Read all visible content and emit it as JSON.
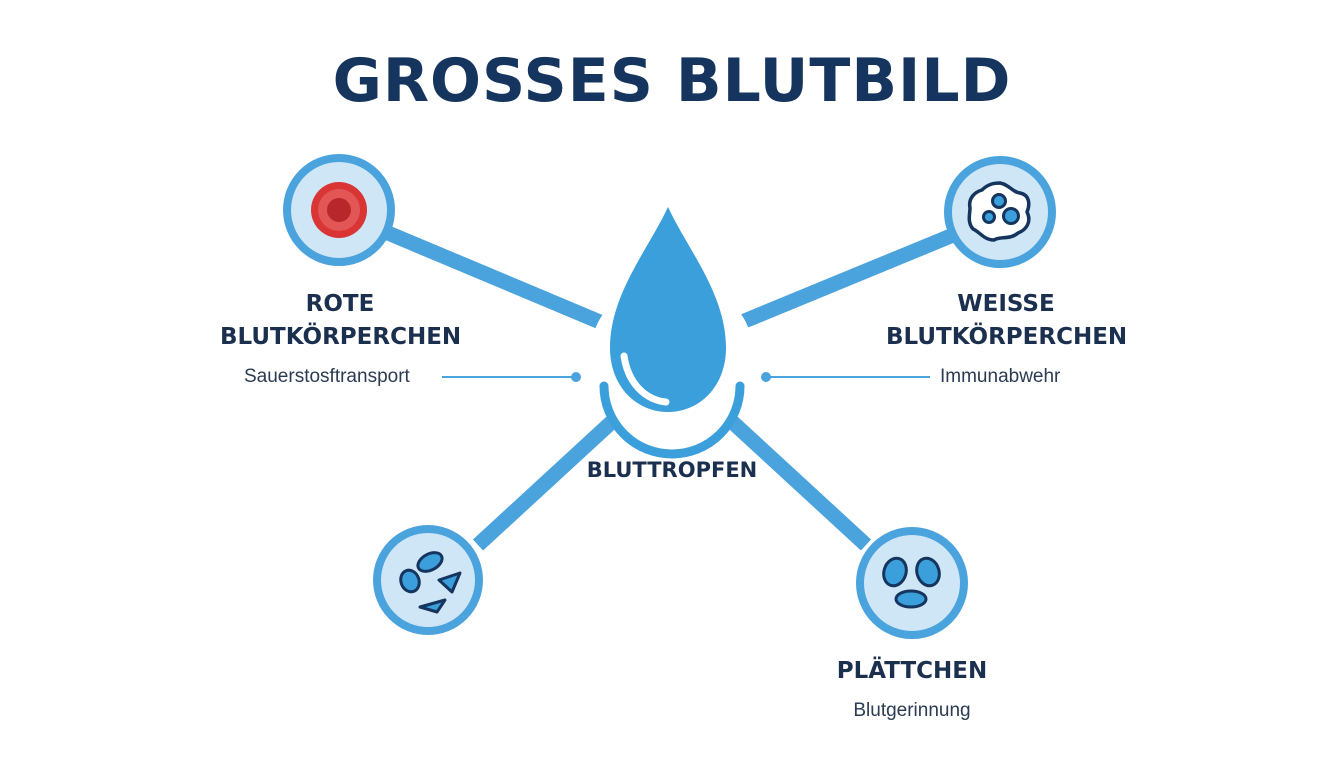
{
  "title": "GROSSES BLUTBILD",
  "center": {
    "label": "BLUTTROPFEN"
  },
  "nodes": {
    "red": {
      "heading_line1": "ROTE",
      "heading_line2": "BLUTKÖRPERCHEN",
      "subtitle": "Sauerstosftransport",
      "icon": "red-blood-cell-icon"
    },
    "white": {
      "heading_line1": "WEISSE",
      "heading_line2": "BLUTKÖRPERCHEN",
      "subtitle": "Immunabwehr",
      "icon": "white-blood-cell-icon"
    },
    "fragments": {
      "icon": "cell-fragments-icon"
    },
    "platelets": {
      "heading": "PLÄTTCHEN",
      "subtitle": "Blutgerinnung",
      "icon": "platelets-icon"
    }
  },
  "colors": {
    "title": "#16355e",
    "text": "#1b2f4f",
    "connector": "#4aa3dd",
    "node_ring": "#4aa3dd",
    "node_fill": "#cfe6f7",
    "drop": "#3a9fdb",
    "red_cell": "#d93535"
  }
}
